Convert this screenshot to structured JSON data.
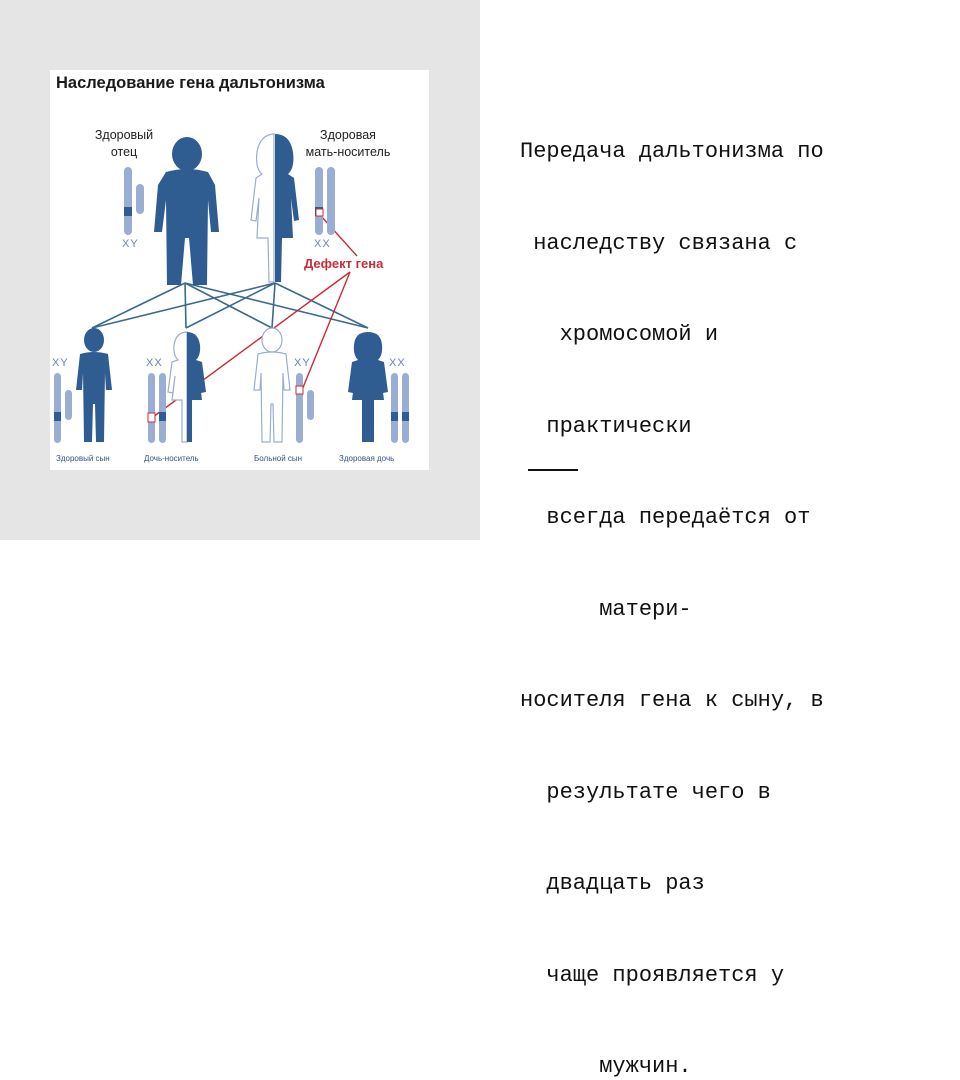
{
  "figure": {
    "title": "Наследование гена дальтонизма",
    "father_label": [
      "Здоровый",
      "отец"
    ],
    "mother_label": [
      "Здоровая",
      "мать-носитель"
    ],
    "defect_label": "Дефект гена",
    "parent_father_chrom": "XY",
    "parent_mother_chrom": "XX",
    "child_chrom": [
      "XY",
      "XX",
      "XY",
      "XX"
    ],
    "captions": [
      "Здоровый сын",
      "Дочь-носитель",
      "Больной сын",
      "Здоровая дочь"
    ],
    "colors": {
      "blue": "#2f5d92",
      "light_blue": "#9aaed3",
      "defect_red": "#cc2a36",
      "line": "#3a6b8e"
    }
  },
  "main_text": {
    "lines": [
      "Передача дальтонизма по",
      " наследству связана с",
      "   хромосомой и",
      "  практически",
      "  всегда передаётся от",
      "      матери-",
      "носителя гена к сыну, в",
      "  результате чего в",
      "  двадцать раз",
      "  чаще проявляется у",
      "      мужчин."
    ]
  }
}
